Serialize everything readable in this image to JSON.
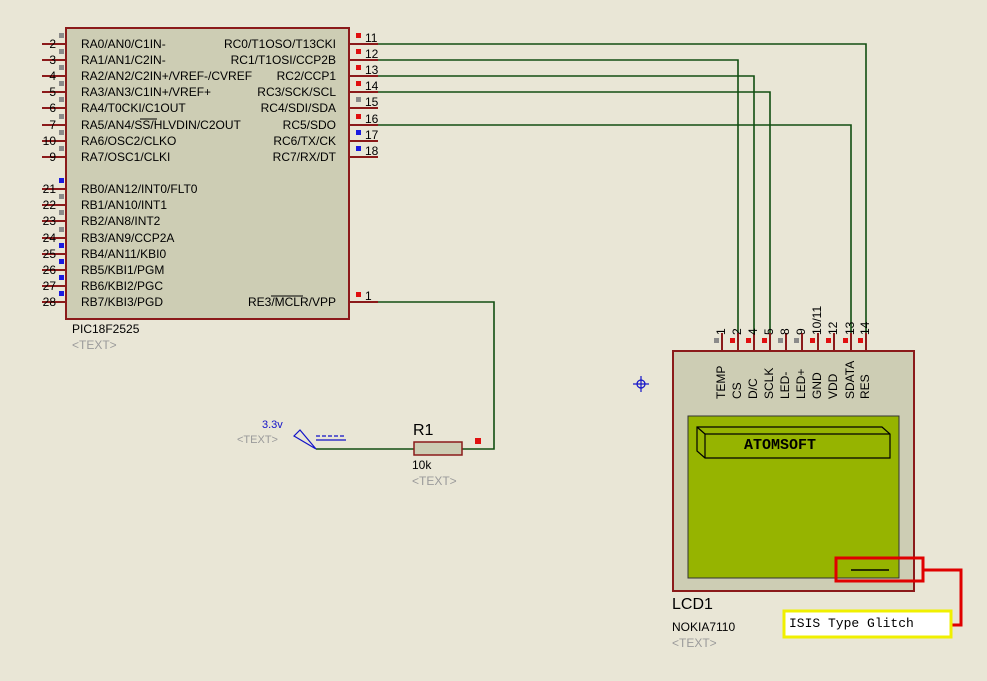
{
  "chip": {
    "part": "PIC18F2525",
    "text_placeholder": "<TEXT>",
    "left_pins": [
      {
        "num": "2",
        "label": "RA0/AN0/C1IN-"
      },
      {
        "num": "3",
        "label": "RA1/AN1/C2IN-"
      },
      {
        "num": "4",
        "label": "RA2/AN2/C2IN+/VREF-/CVREF"
      },
      {
        "num": "5",
        "label": "RA3/AN3/C1IN+/VREF+"
      },
      {
        "num": "6",
        "label": "RA4/T0CKI/C1OUT"
      },
      {
        "num": "7",
        "label": "RA5/AN4/SS/HLVDIN/C2OUT"
      },
      {
        "num": "10",
        "label": "RA6/OSC2/CLKO"
      },
      {
        "num": "9",
        "label": "RA7/OSC1/CLKI"
      },
      {
        "num": "21",
        "label": "RB0/AN12/INT0/FLT0"
      },
      {
        "num": "22",
        "label": "RB1/AN10/INT1"
      },
      {
        "num": "23",
        "label": "RB2/AN8/INT2"
      },
      {
        "num": "24",
        "label": "RB3/AN9/CCP2A"
      },
      {
        "num": "25",
        "label": "RB4/AN11/KBI0"
      },
      {
        "num": "26",
        "label": "RB5/KBI1/PGM"
      },
      {
        "num": "27",
        "label": "RB6/KBI2/PGC"
      },
      {
        "num": "28",
        "label": "RB7/KBI3/PGD"
      }
    ],
    "right_pins": [
      {
        "num": "11",
        "label": "RC0/T1OSO/T13CKI"
      },
      {
        "num": "12",
        "label": "RC1/T1OSI/CCP2B"
      },
      {
        "num": "13",
        "label": "RC2/CCP1"
      },
      {
        "num": "14",
        "label": "RC3/SCK/SCL"
      },
      {
        "num": "15",
        "label": "RC4/SDI/SDA"
      },
      {
        "num": "16",
        "label": "RC5/SDO"
      },
      {
        "num": "17",
        "label": "RC6/TX/CK"
      },
      {
        "num": "18",
        "label": "RC7/RX/DT"
      },
      {
        "num": "1",
        "label": "RE3/MCLR/VPP"
      }
    ]
  },
  "resistor": {
    "ref": "R1",
    "value": "10k",
    "text_placeholder": "<TEXT>"
  },
  "power": {
    "voltage": "3.3v",
    "text_placeholder": "<TEXT>"
  },
  "lcd": {
    "ref": "LCD1",
    "part": "NOKIA7110",
    "text_placeholder": "<TEXT>",
    "pin_numbers": [
      "1",
      "2",
      "4",
      "5",
      "8",
      "9",
      "10/11",
      "12",
      "13",
      "14"
    ],
    "pin_names": [
      "TEMP",
      "CS",
      "D/C",
      "SCLK",
      "LED-",
      "LED+",
      "GND",
      "VDD",
      "SDATA",
      "RES"
    ],
    "screen_text": "ATOMSOFT"
  },
  "annotation": {
    "text": "ISIS Type Glitch"
  },
  "colors": {
    "background": "#e9e6d6",
    "component_body": "#cdcdb4",
    "component_border": "#8b1a1a",
    "wire": "#124f12",
    "lcd_screen": "#96b400",
    "pin_marker_red": "#e01010",
    "pin_marker_blue": "#1a1ae0",
    "pin_marker_grey": "#8a8a8a",
    "highlight_red": "#e00000",
    "highlight_yellow": "#f0f000"
  }
}
